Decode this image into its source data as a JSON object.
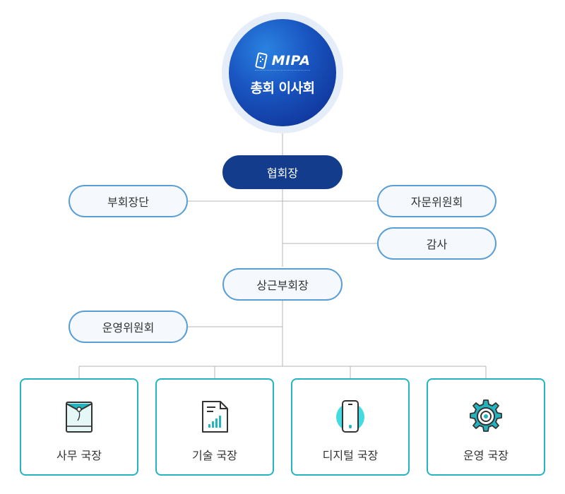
{
  "top": {
    "logo_text": "MIPA",
    "title": "총회 이사회"
  },
  "nodes": {
    "president": "협회장",
    "vice_presidents": "부회장단",
    "advisory": "자문위원회",
    "audit": "감사",
    "standing_vp": "상근부회장",
    "operations_committee": "운영위원회"
  },
  "departments": [
    {
      "label": "사무 국장",
      "icon": "envelope-icon"
    },
    {
      "label": "기술 국장",
      "icon": "document-chart-icon"
    },
    {
      "label": "디지털 국장",
      "icon": "smartphone-icon"
    },
    {
      "label": "운영 국장",
      "icon": "gear-icon"
    }
  ],
  "colors": {
    "circle": "#1a56c2",
    "president_fill": "#143c8c",
    "pill_border": "#5a9ed6",
    "card_border": "#23b4c0",
    "line": "#b5b5b5"
  }
}
